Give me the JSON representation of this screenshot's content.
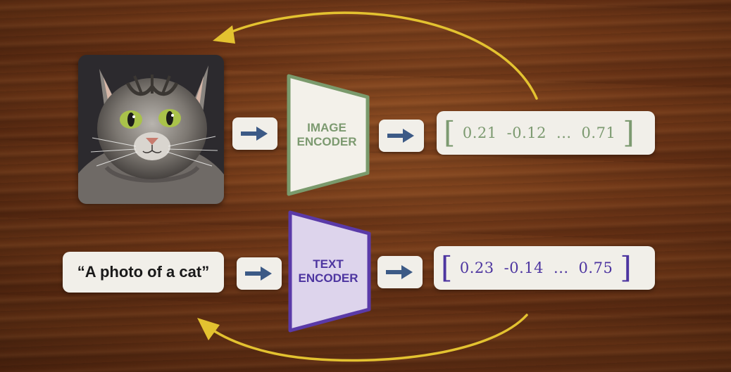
{
  "caption": "“A photo of a cat”",
  "image_encoder": {
    "line1": "IMAGE",
    "line2": "ENCODER"
  },
  "text_encoder": {
    "line1": "TEXT",
    "line2": "ENCODER"
  },
  "image_embedding": [
    "0.21",
    "-0.12",
    "...",
    "0.71"
  ],
  "text_embedding": [
    "0.23",
    "-0.14",
    "...",
    "0.75"
  ],
  "colors": {
    "image_encoder_stroke": "#7a9a6c",
    "image_encoder_fill": "#f3f1ea",
    "image_encoder_text": "#7c9a70",
    "text_encoder_stroke": "#5a3aa8",
    "text_encoder_fill": "#ddd4ec",
    "text_encoder_text": "#4d35a0",
    "arrow": "#3c5a86",
    "feedback_arrow": "#e3c230"
  },
  "icons": [
    "right-arrow-icon",
    "curved-feedback-arrow-icon",
    "cat-photo"
  ]
}
